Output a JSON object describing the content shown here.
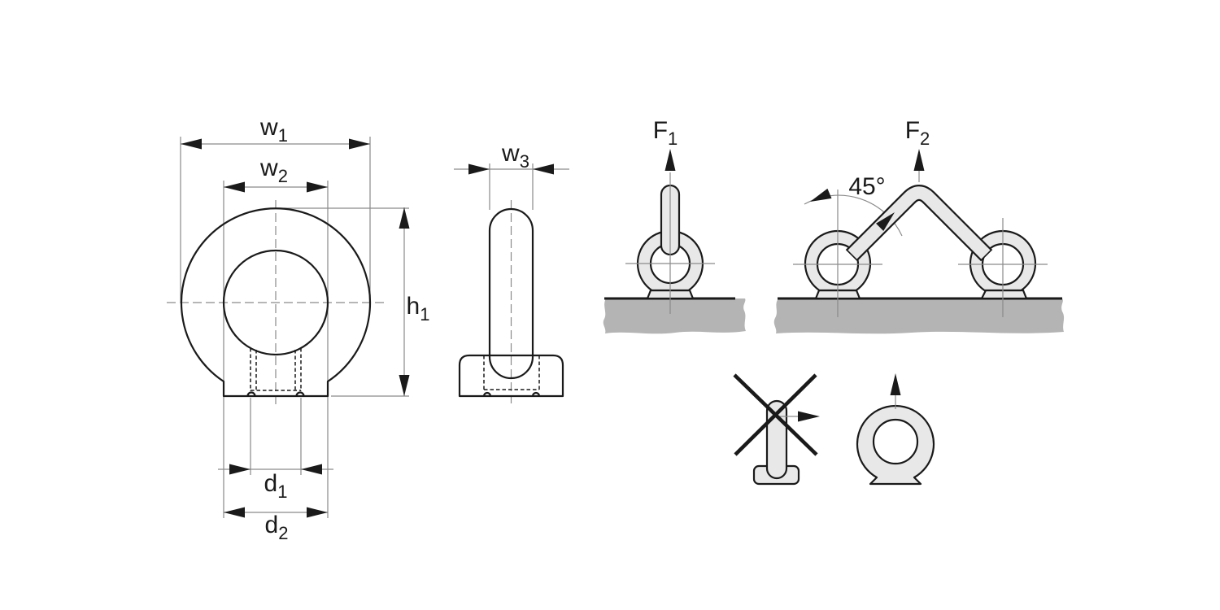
{
  "labels": {
    "dim_w1": {
      "base": "w",
      "sub": "1"
    },
    "dim_w2": {
      "base": "w",
      "sub": "2"
    },
    "dim_w3": {
      "base": "w",
      "sub": "3"
    },
    "dim_h1": {
      "base": "h",
      "sub": "1"
    },
    "dim_d1": {
      "base": "d",
      "sub": "1"
    },
    "dim_d2": {
      "base": "d",
      "sub": "2"
    },
    "force_f1": {
      "base": "F",
      "sub": "1"
    },
    "force_f2": {
      "base": "F",
      "sub": "2"
    },
    "angle_45": "45°"
  },
  "colors": {
    "background": "#ffffff",
    "part_fill": "#e8e8e8",
    "surface_fill": "#b4b4b4",
    "outline": "#1a1a1a",
    "dim_line": "#8a8a8a"
  }
}
